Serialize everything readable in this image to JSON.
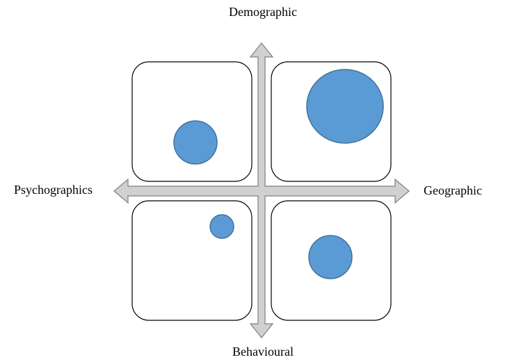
{
  "axes": {
    "top": "Demographic",
    "bottom": "Behavioural",
    "left": "Psychographics",
    "right": "Geographic"
  },
  "colors": {
    "circle_fill": "#5b9bd5",
    "circle_stroke": "#41719c",
    "arrow_fill": "#d0d0d0",
    "arrow_stroke": "#7f7f7f",
    "panel_stroke": "#000000"
  }
}
